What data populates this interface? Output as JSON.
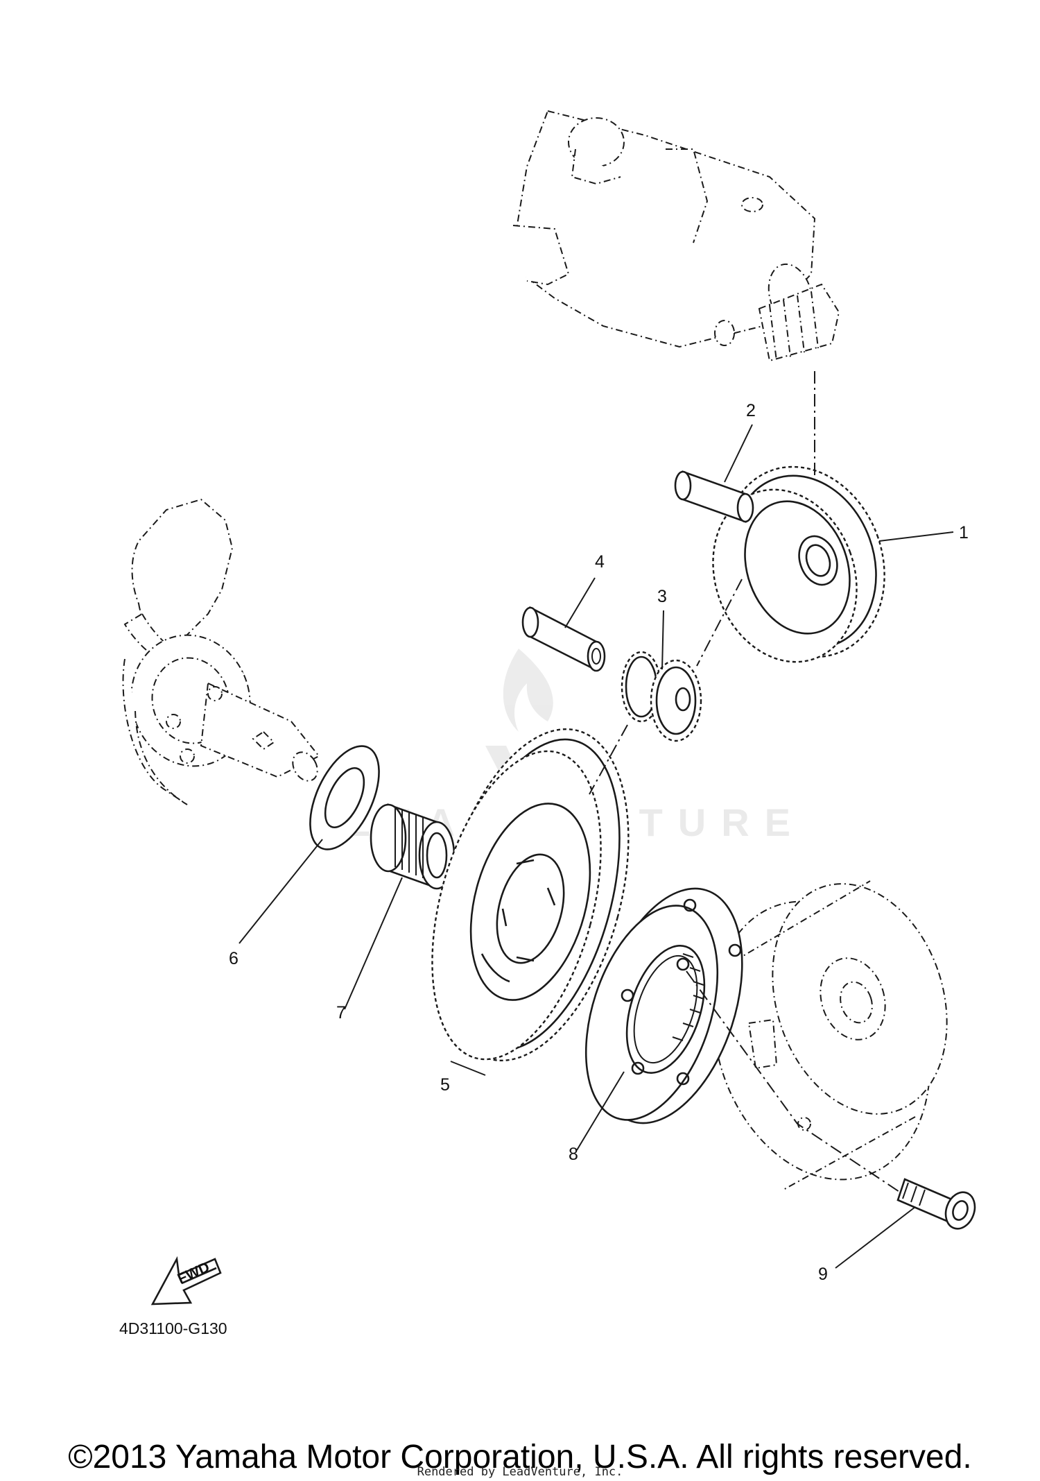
{
  "diagram": {
    "code": "4D31100-G130",
    "fwd_label": "FWD",
    "watermark": "LEADVENTURE",
    "callouts": [
      "1",
      "2",
      "3",
      "4",
      "5",
      "6",
      "7",
      "8",
      "9"
    ]
  },
  "footer": {
    "copyright": "©2013 Yamaha Motor Corporation, U.S.A. All rights reserved.",
    "rendered_by": "Rendered by LeadVenture, Inc."
  }
}
